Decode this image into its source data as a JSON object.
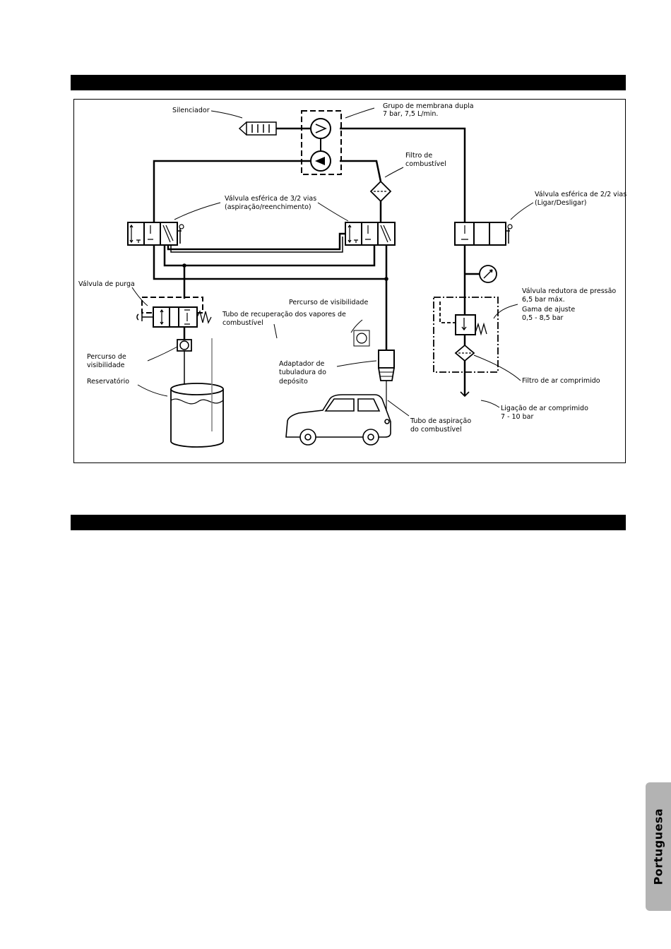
{
  "labels": {
    "silenciador": "Silenciador",
    "membrana_1": "Grupo de membrana dupla",
    "membrana_2": "7 bar, 7,5 L/min.",
    "filtro_comb_1": "Filtro de",
    "filtro_comb_2": "combustível",
    "valvula32_1": "Válvula esférica de 3/2 vias",
    "valvula32_2": "(aspiração/reenchimento)",
    "valvula22_1": "Válvula esférica de 2/2 vias",
    "valvula22_2": "(Ligar/Desligar)",
    "valvula_purga": "Válvula de purga",
    "tubo_recup_1": "Tubo de recuperação dos vapores de",
    "tubo_recup_2": "combustível",
    "percurso_vis_top": "Percurso de visibilidade",
    "redutora_1": "Válvula redutora de pressão",
    "redutora_2": "6,5 bar máx.",
    "redutora_3": "Gama de ajuste",
    "redutora_4": "0,5 - 8,5 bar",
    "percurso_vis_left_1": "Percurso de",
    "percurso_vis_left_2": "visibilidade",
    "adaptador_1": "Adaptador de",
    "adaptador_2": "tubuladura do",
    "adaptador_3": "depósito",
    "filtro_ar": "Filtro de ar comprimido",
    "reservatorio": "Reservatório",
    "ligacao_1": "Ligação de ar comprimido",
    "ligacao_2": "7 - 10 bar",
    "tubo_asp_1": "Tubo de aspiração",
    "tubo_asp_2": "do combustível"
  },
  "side_tab": "Portuguesa"
}
